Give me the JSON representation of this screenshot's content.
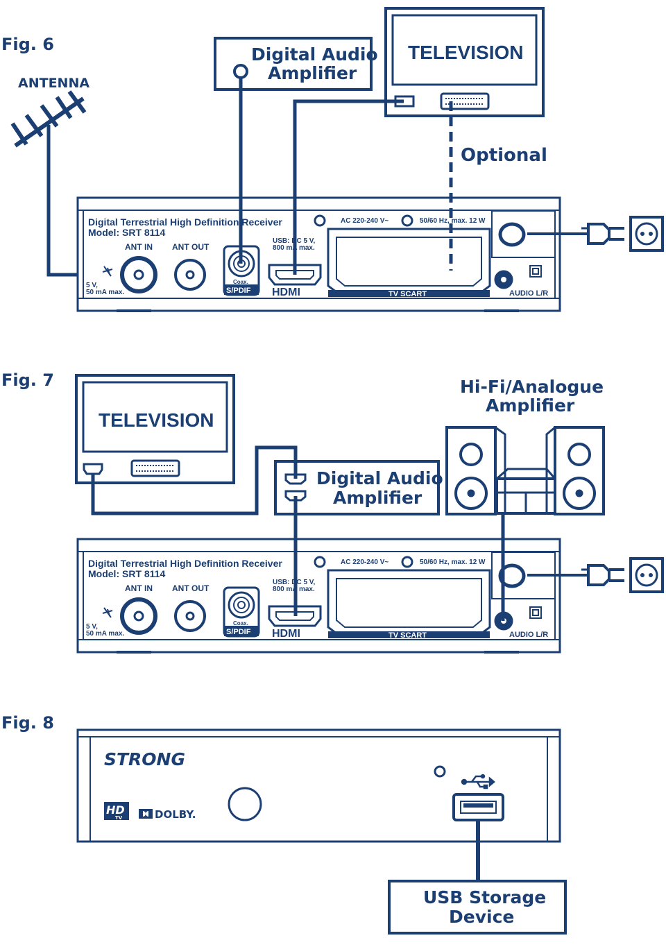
{
  "colors": {
    "line": "#1c3f73",
    "background": "#ffffff"
  },
  "fig6": {
    "label": "Fig. 6",
    "antenna": "ANTENNA",
    "amplifier": [
      "Digital Audio",
      "Amplifier"
    ],
    "television": "TELEVISION",
    "optional": "Optional"
  },
  "fig7": {
    "label": "Fig. 7",
    "television": "TELEVISION",
    "amplifier": [
      "Digital Audio",
      "Amplifier"
    ],
    "hifi": [
      "Hi-Fi/Analogue",
      "Amplifier"
    ]
  },
  "fig8": {
    "label": "Fig. 8",
    "brand": "STRONG",
    "hd_logo": "HD",
    "tv_logo": "TV",
    "dolby": "DOLBY.",
    "usb_device": [
      "USB Storage",
      "Device"
    ]
  },
  "receiver_panel": {
    "title": "Digital Terrestrial High Definition Receiver",
    "model": "Model: SRT 8114",
    "ant_in": "ANT IN",
    "ant_out": "ANT OUT",
    "power_in": "5 V,",
    "power_in_current": "50 mA max.",
    "usb_spec": "USB: DC 5 V,",
    "usb_current": "800 mA max.",
    "ac": "AC 220-240 V~",
    "hz": "50/60 Hz, max. 12 W",
    "coax": "Coax.",
    "spdif": "S/PDIF",
    "hdmi": "HDMI",
    "scart": "TV SCART",
    "audio": "AUDIO L/R"
  }
}
